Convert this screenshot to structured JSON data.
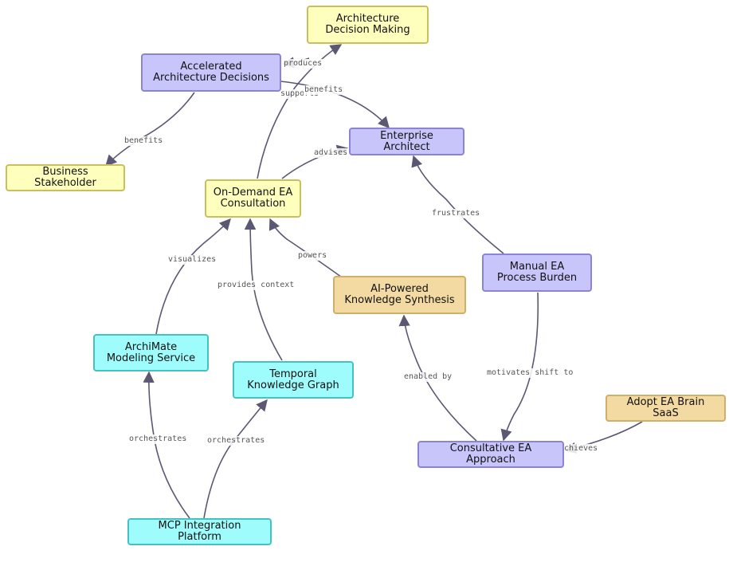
{
  "nodes": {
    "architecture_decision_making": "Architecture Decision Making",
    "accelerated_architecture_decisions": "Accelerated Architecture Decisions",
    "enterprise_architect": "Enterprise Architect",
    "business_stakeholder": "Business Stakeholder",
    "on_demand_ea_consultation": "On-Demand EA Consultation",
    "manual_ea_process_burden": "Manual EA Process Burden",
    "ai_powered_knowledge_synthesis": "AI-Powered Knowledge Synthesis",
    "archimate_modeling_service": "ArchiMate Modeling Service",
    "temporal_knowledge_graph": "Temporal Knowledge Graph",
    "adopt_ea_brain_saas": "Adopt EA Brain SaaS",
    "consultative_ea_approach": "Consultative EA Approach",
    "mcp_integration_platform": "MCP Integration Platform"
  },
  "edges": {
    "produces": "produces",
    "supports": "supports",
    "benefits_ea": "benefits",
    "benefits_bs": "benefits",
    "advises": "advises",
    "frustrates": "frustrates",
    "visualizes": "visualizes",
    "powers": "powers",
    "provides_context": "provides context",
    "enabled_by": "enabled by",
    "motivates_shift_to": "motivates shift to",
    "achieves": "achieves",
    "orchestrates_archimate": "orchestrates",
    "orchestrates_temporal": "orchestrates"
  },
  "colors": {
    "edge": "#5b5873",
    "yellow_fill": "#ffffbd",
    "purple_fill": "#c8c5fb",
    "tan_fill": "#f2daa2",
    "cyan_fill": "#9ffcfc"
  }
}
